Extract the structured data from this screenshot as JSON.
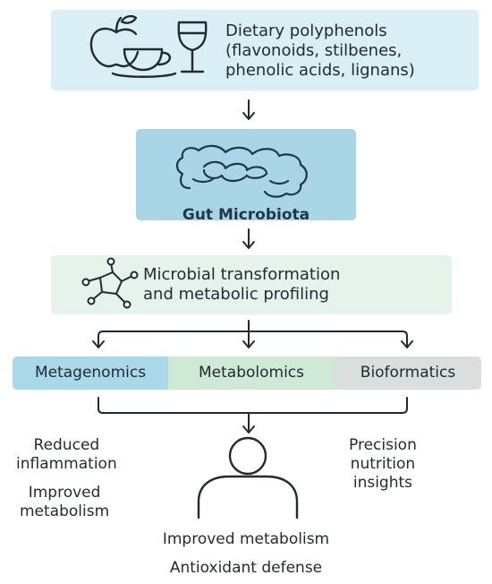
{
  "colors": {
    "polyphenol_box": "#daeef6",
    "microbiota_box": "#a8d6e6",
    "transformation_box": "#e6f3ea",
    "metagenomics": "#a9d8e8",
    "metabolomics": "#cfe9d6",
    "bioformatics": "#dadedd",
    "stroke": "#1f2a33"
  },
  "polyphenols": {
    "icons": [
      "apple-icon",
      "teacup-icon",
      "wine-glass-icon"
    ],
    "lines": [
      "Dietary polyphenols",
      "(flavonoids, stilbenes,",
      "phenolic acids, lignans)"
    ]
  },
  "microbiota": {
    "icon": "intestine-icon",
    "label": "Gut Microbiota"
  },
  "transformation": {
    "icon": "molecule-icon",
    "lines": [
      "Microbial transformation",
      "and metabolic profiling"
    ]
  },
  "omics": [
    "Metagenomics",
    "Metabolomics",
    "Bioformatics"
  ],
  "outcomes": {
    "person_icon": "person-icon",
    "left": [
      [
        "Reduced",
        "inflammation"
      ],
      [
        "Improved",
        "metabolism"
      ]
    ],
    "right": [
      "Precision",
      "nutrition",
      "insights"
    ],
    "bottom": [
      "Improved metabolism",
      "Antioxidant defense"
    ]
  }
}
